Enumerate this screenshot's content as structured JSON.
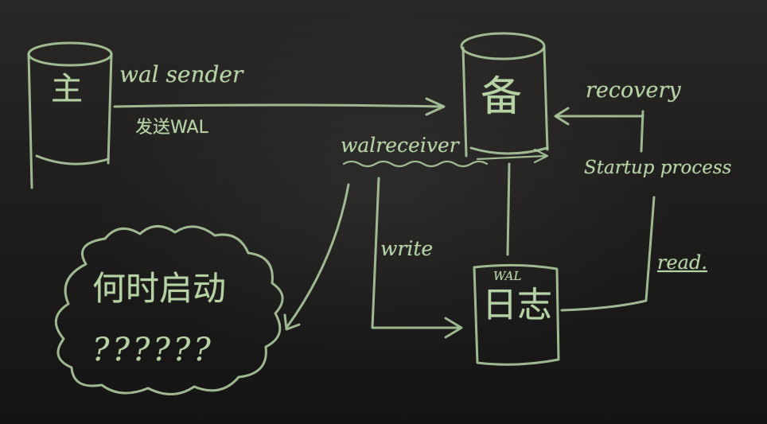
{
  "primary": {
    "label": "主"
  },
  "standby": {
    "label": "备"
  },
  "wal_log": {
    "title": "WAL",
    "label": "日志"
  },
  "edges": {
    "wal_sender": "wal sender",
    "send_wal": "发送WAL",
    "walreceiver": "walreceiver",
    "recovery": "recovery",
    "startup_process": "Startup process",
    "write": "write",
    "read": "read."
  },
  "cloud": {
    "question": "何时启动",
    "marks": "??????"
  },
  "colors": {
    "chalk": "#a9c79b",
    "board": "#1f1e1d"
  }
}
